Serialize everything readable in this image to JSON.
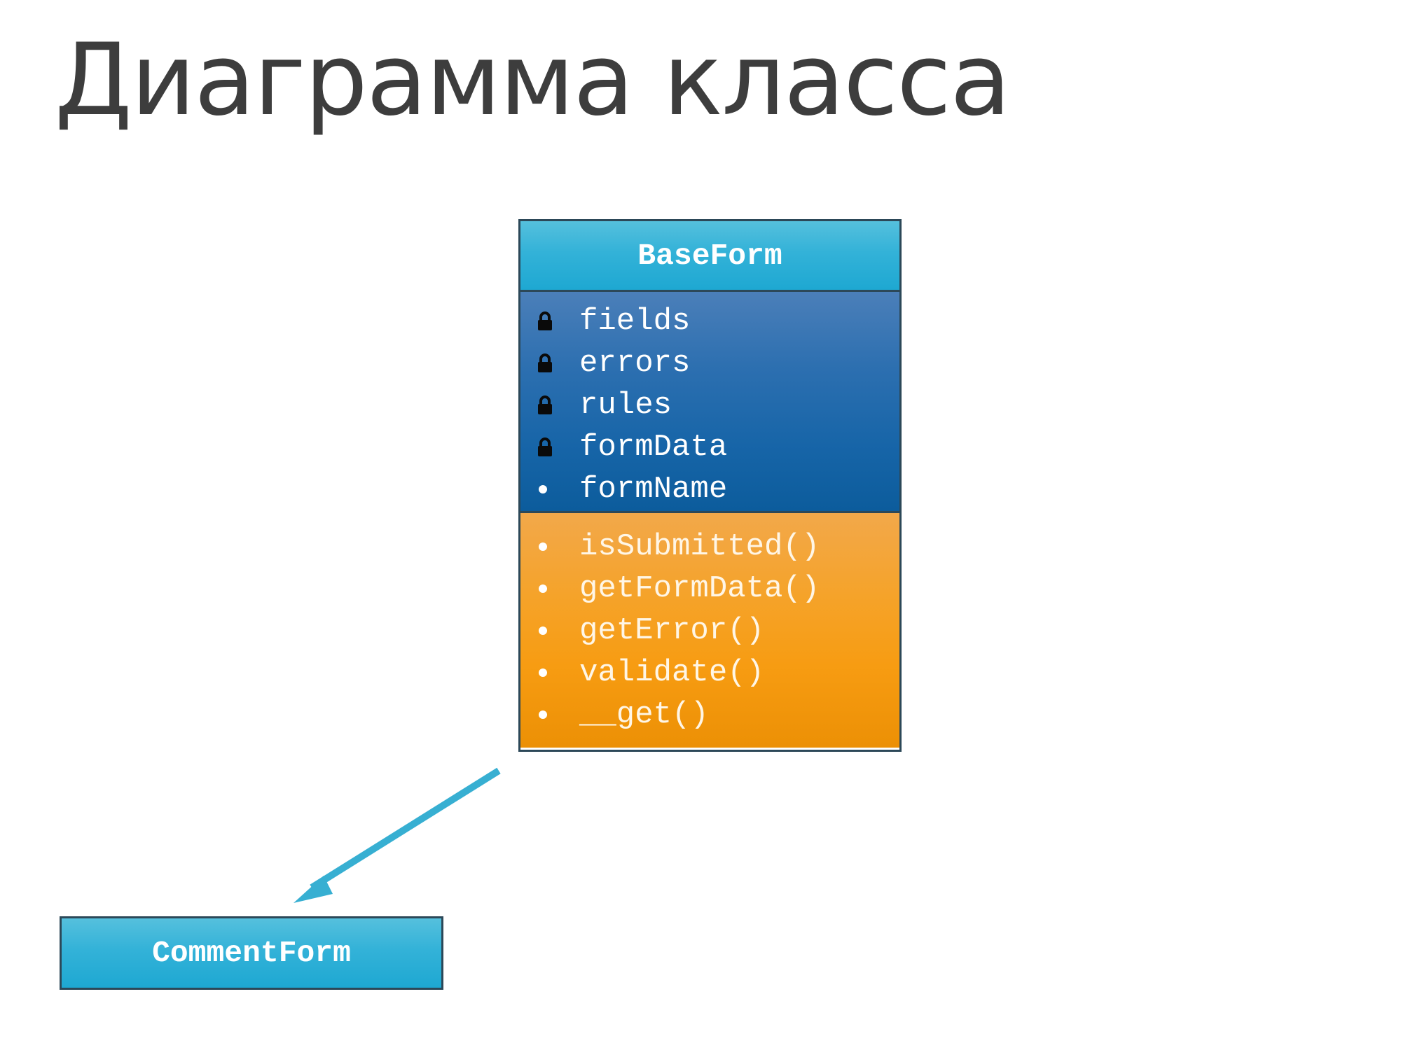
{
  "slide": {
    "title": "Диаграмма класса"
  },
  "base_class": {
    "name": "BaseForm",
    "attributes": [
      {
        "icon": "lock-icon",
        "name": "fields"
      },
      {
        "icon": "lock-icon",
        "name": "errors"
      },
      {
        "icon": "lock-icon",
        "name": "rules"
      },
      {
        "icon": "lock-icon",
        "name": "formData"
      },
      {
        "icon": "bullet-icon",
        "name": "formName"
      }
    ],
    "methods": [
      {
        "icon": "bullet-icon",
        "name": "isSubmitted()"
      },
      {
        "icon": "bullet-icon",
        "name": "getFormData()"
      },
      {
        "icon": "bullet-icon",
        "name": "getError()"
      },
      {
        "icon": "bullet-icon",
        "name": "validate()"
      },
      {
        "icon": "bullet-icon",
        "name": "__get()"
      }
    ]
  },
  "derived_class": {
    "name": "CommentForm"
  },
  "colors": {
    "title_text": "#3d3d3d",
    "header_fill": "#2ab0d6",
    "attributes_fill": "#1765a8",
    "methods_fill": "#f79c12",
    "border": "#2c4858",
    "arrow": "#37afd2"
  }
}
